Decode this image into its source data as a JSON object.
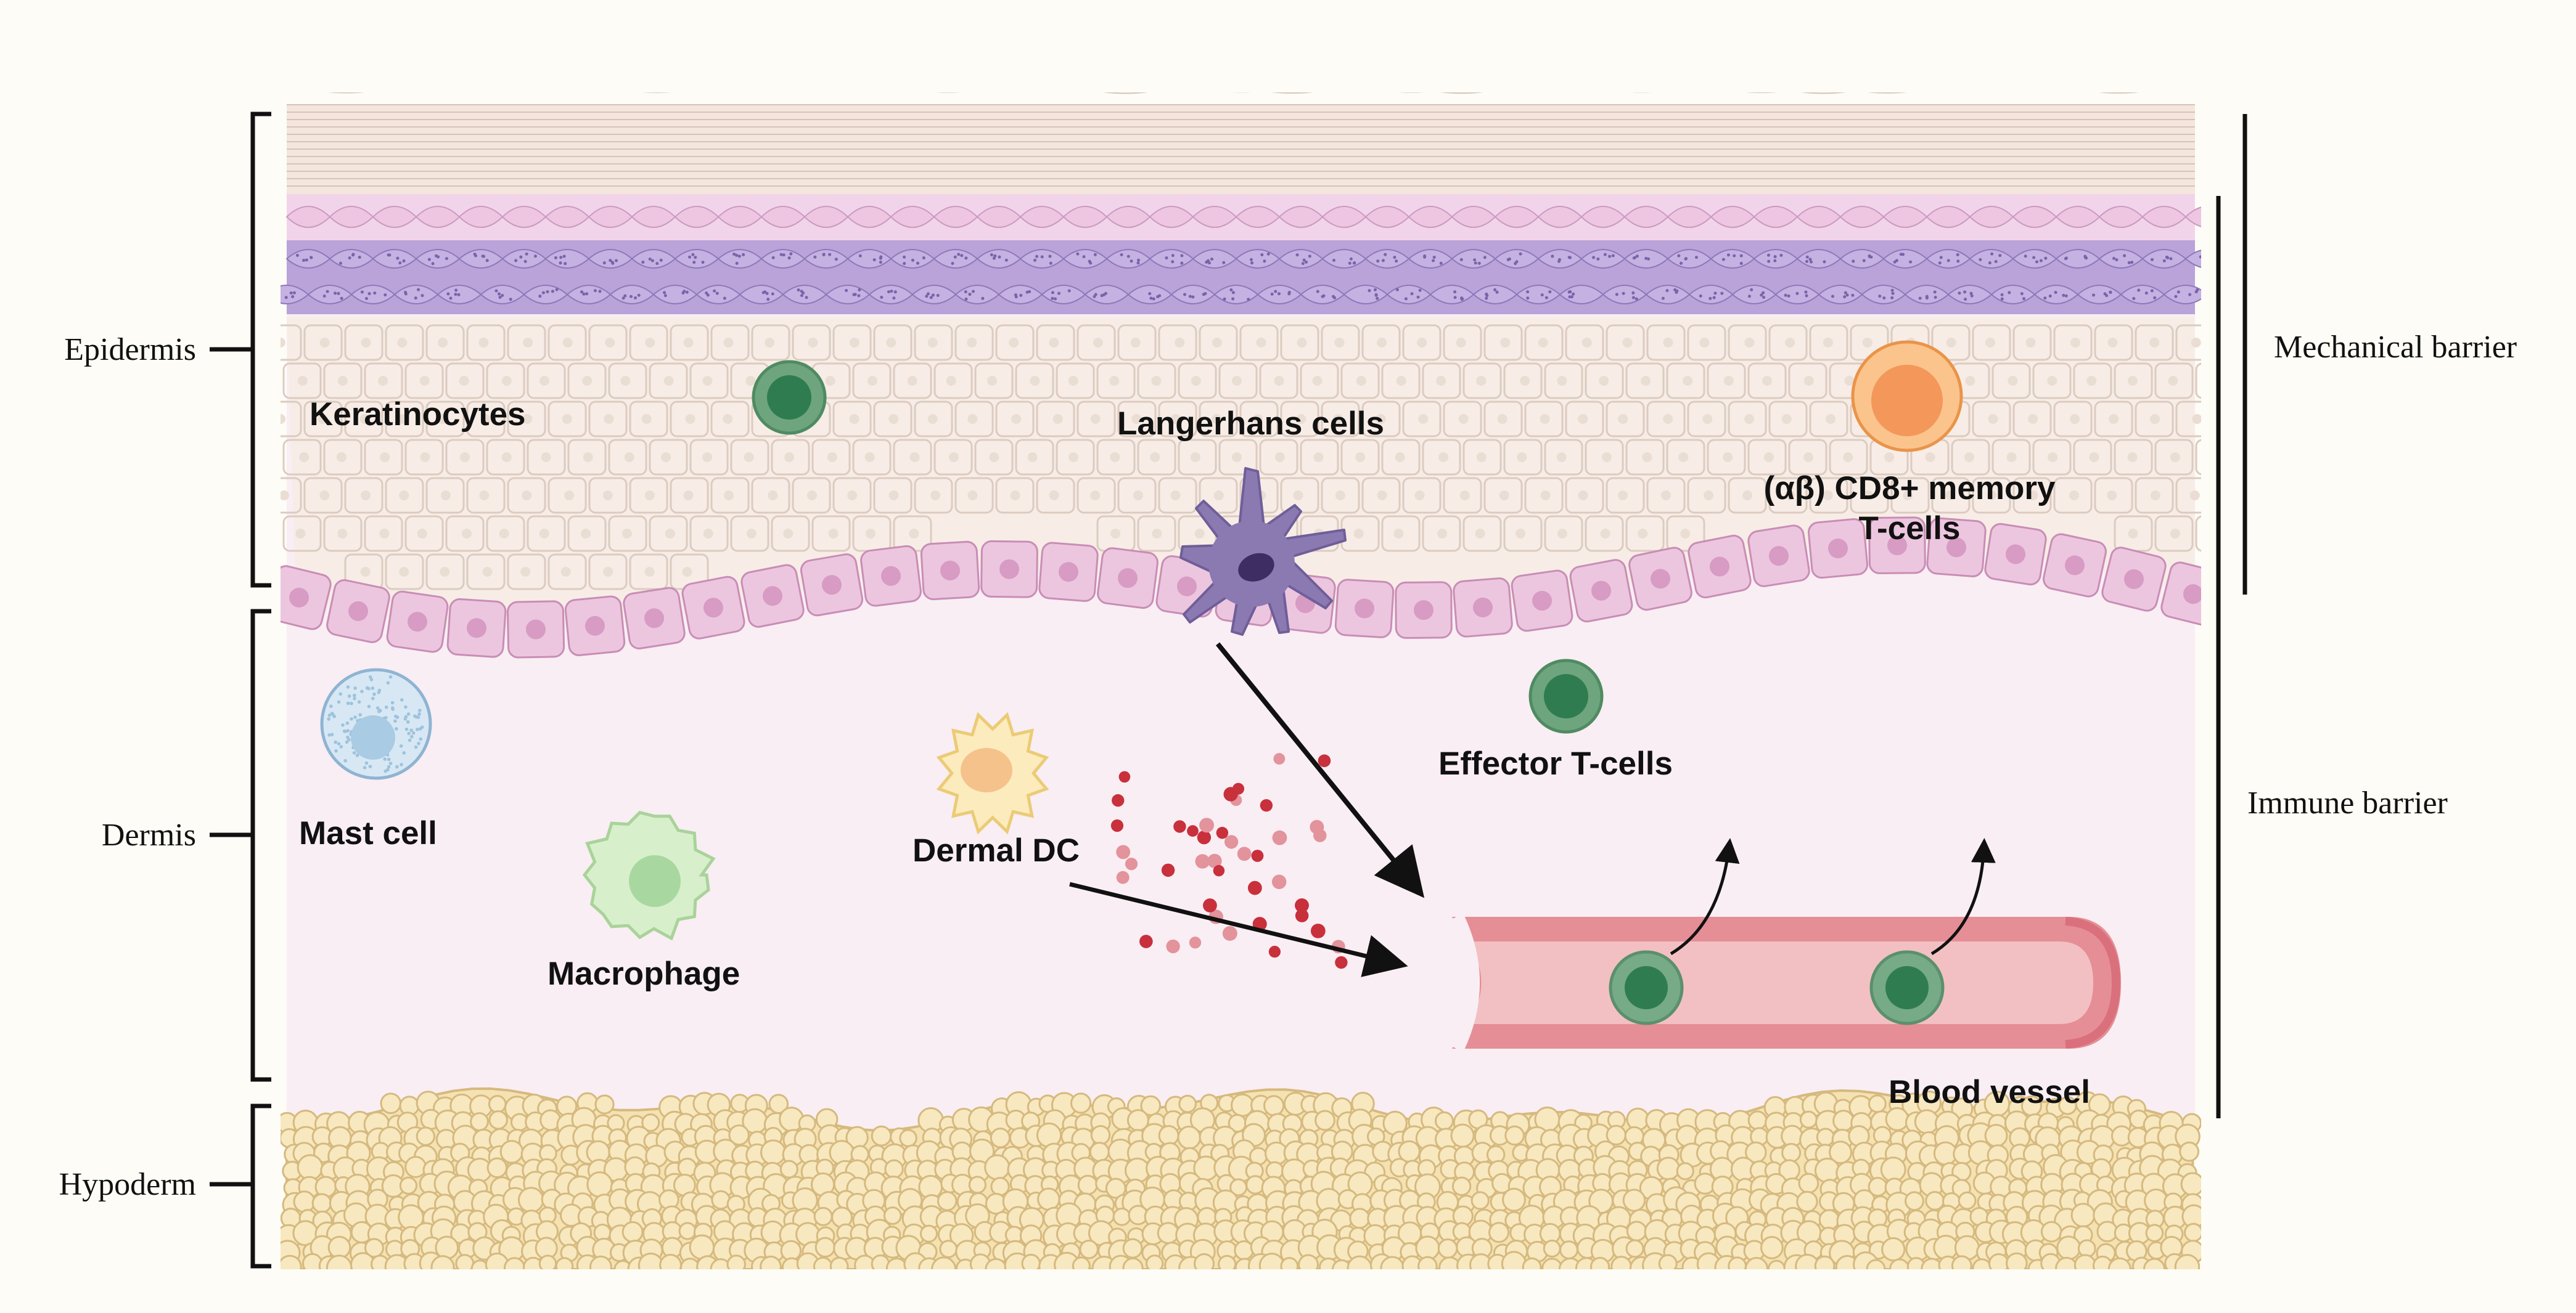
{
  "labels": {
    "epidermis": "Epidermis",
    "dermis": "Dermis",
    "hypoderm": "Hypoderm",
    "mechanical_barrier": "Mechanical barrier",
    "immune_barrier": "Immune barrier"
  },
  "cells": {
    "keratinocytes": "Keratinocytes",
    "langerhans": "Langerhans cells",
    "memory_t_line1": "(αβ) CD8+ memory",
    "memory_t_line2": "T-cells",
    "mast_cell": "Mast cell",
    "macrophage": "Macrophage",
    "dermal_dc": "Dermal DC",
    "effector_t": "Effector T-cells",
    "blood_vessel": "Blood vessel"
  },
  "colors": {
    "background": "#fdfcf6",
    "dermis": "#f9eef3",
    "keratinocyte_fill": "#f7ede6",
    "keratinocyte_line": "#dccbc0",
    "basal_cell": "#ecc6df",
    "basal_nucleus": "#d79bc4",
    "granular_layer": "#b9a3d9",
    "spinous_layer": "#f0cde6",
    "stratum_corneum": "#f4e6dc",
    "t_cell": "#6fa57e",
    "t_cell_nucleus": "#2f7c50",
    "memory_t_cell": "#f7a962",
    "langerhans": "#8b79b2",
    "mast_cell": "#c9dff0",
    "macrophage": "#d7eecb",
    "dermal_dc": "#fbe8b7",
    "vessel": "#e89aa0",
    "vessel_lumen": "#f4c4c6",
    "fat_cell": "#f5e2b3",
    "fat_outline": "#d6b97e",
    "chemokine": "#c8303c"
  }
}
